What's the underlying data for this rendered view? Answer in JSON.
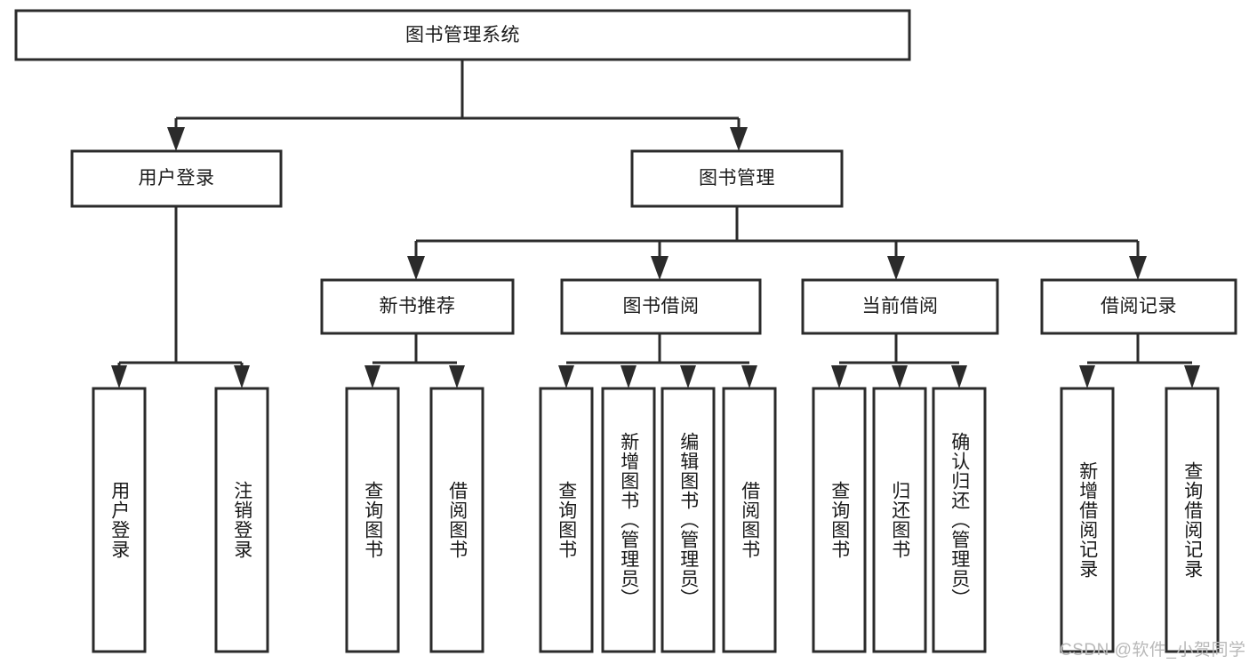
{
  "diagram": {
    "type": "tree-hierarchy-chart",
    "title": "图书管理系统",
    "watermark": "CSDN @软件_小贺同学",
    "levels": {
      "root": {
        "label": "图书管理系统"
      },
      "level2": [
        {
          "id": "user-login",
          "label": "用户登录"
        },
        {
          "id": "book-management",
          "label": "图书管理"
        }
      ],
      "level3": [
        {
          "id": "new-book-recommend",
          "label": "新书推荐",
          "parent": "book-management"
        },
        {
          "id": "book-borrow",
          "label": "图书借阅",
          "parent": "book-management"
        },
        {
          "id": "current-borrow",
          "label": "当前借阅",
          "parent": "book-management"
        },
        {
          "id": "borrow-record",
          "label": "借阅记录",
          "parent": "book-management"
        }
      ],
      "leaves": {
        "user-login": [
          {
            "id": "leaf-user-login",
            "label": "用户登录"
          },
          {
            "id": "leaf-logout-login",
            "label": "注销登录"
          }
        ],
        "new-book-recommend": [
          {
            "id": "leaf-query-book-1",
            "label": "查询图书"
          },
          {
            "id": "leaf-borrow-book-1",
            "label": "借阅图书"
          }
        ],
        "book-borrow": [
          {
            "id": "leaf-query-book-2",
            "label": "查询图书"
          },
          {
            "id": "leaf-add-book",
            "label": "新增图书（管理员）"
          },
          {
            "id": "leaf-edit-book",
            "label": "编辑图书（管理员）"
          },
          {
            "id": "leaf-borrow-book-2",
            "label": "借阅图书"
          }
        ],
        "current-borrow": [
          {
            "id": "leaf-query-book-3",
            "label": "查询图书"
          },
          {
            "id": "leaf-return-book",
            "label": "归还图书"
          },
          {
            "id": "leaf-confirm-return",
            "label": "确认归还（管理员）"
          }
        ],
        "borrow-record": [
          {
            "id": "leaf-add-record",
            "label": "新增借阅记录"
          },
          {
            "id": "leaf-query-record",
            "label": "查询借阅记录"
          }
        ]
      }
    },
    "colors": {
      "stroke": "#2b2b2b",
      "fill": "#ffffff",
      "text": "#1a1a1a",
      "watermark": "#b9b9b9"
    }
  }
}
